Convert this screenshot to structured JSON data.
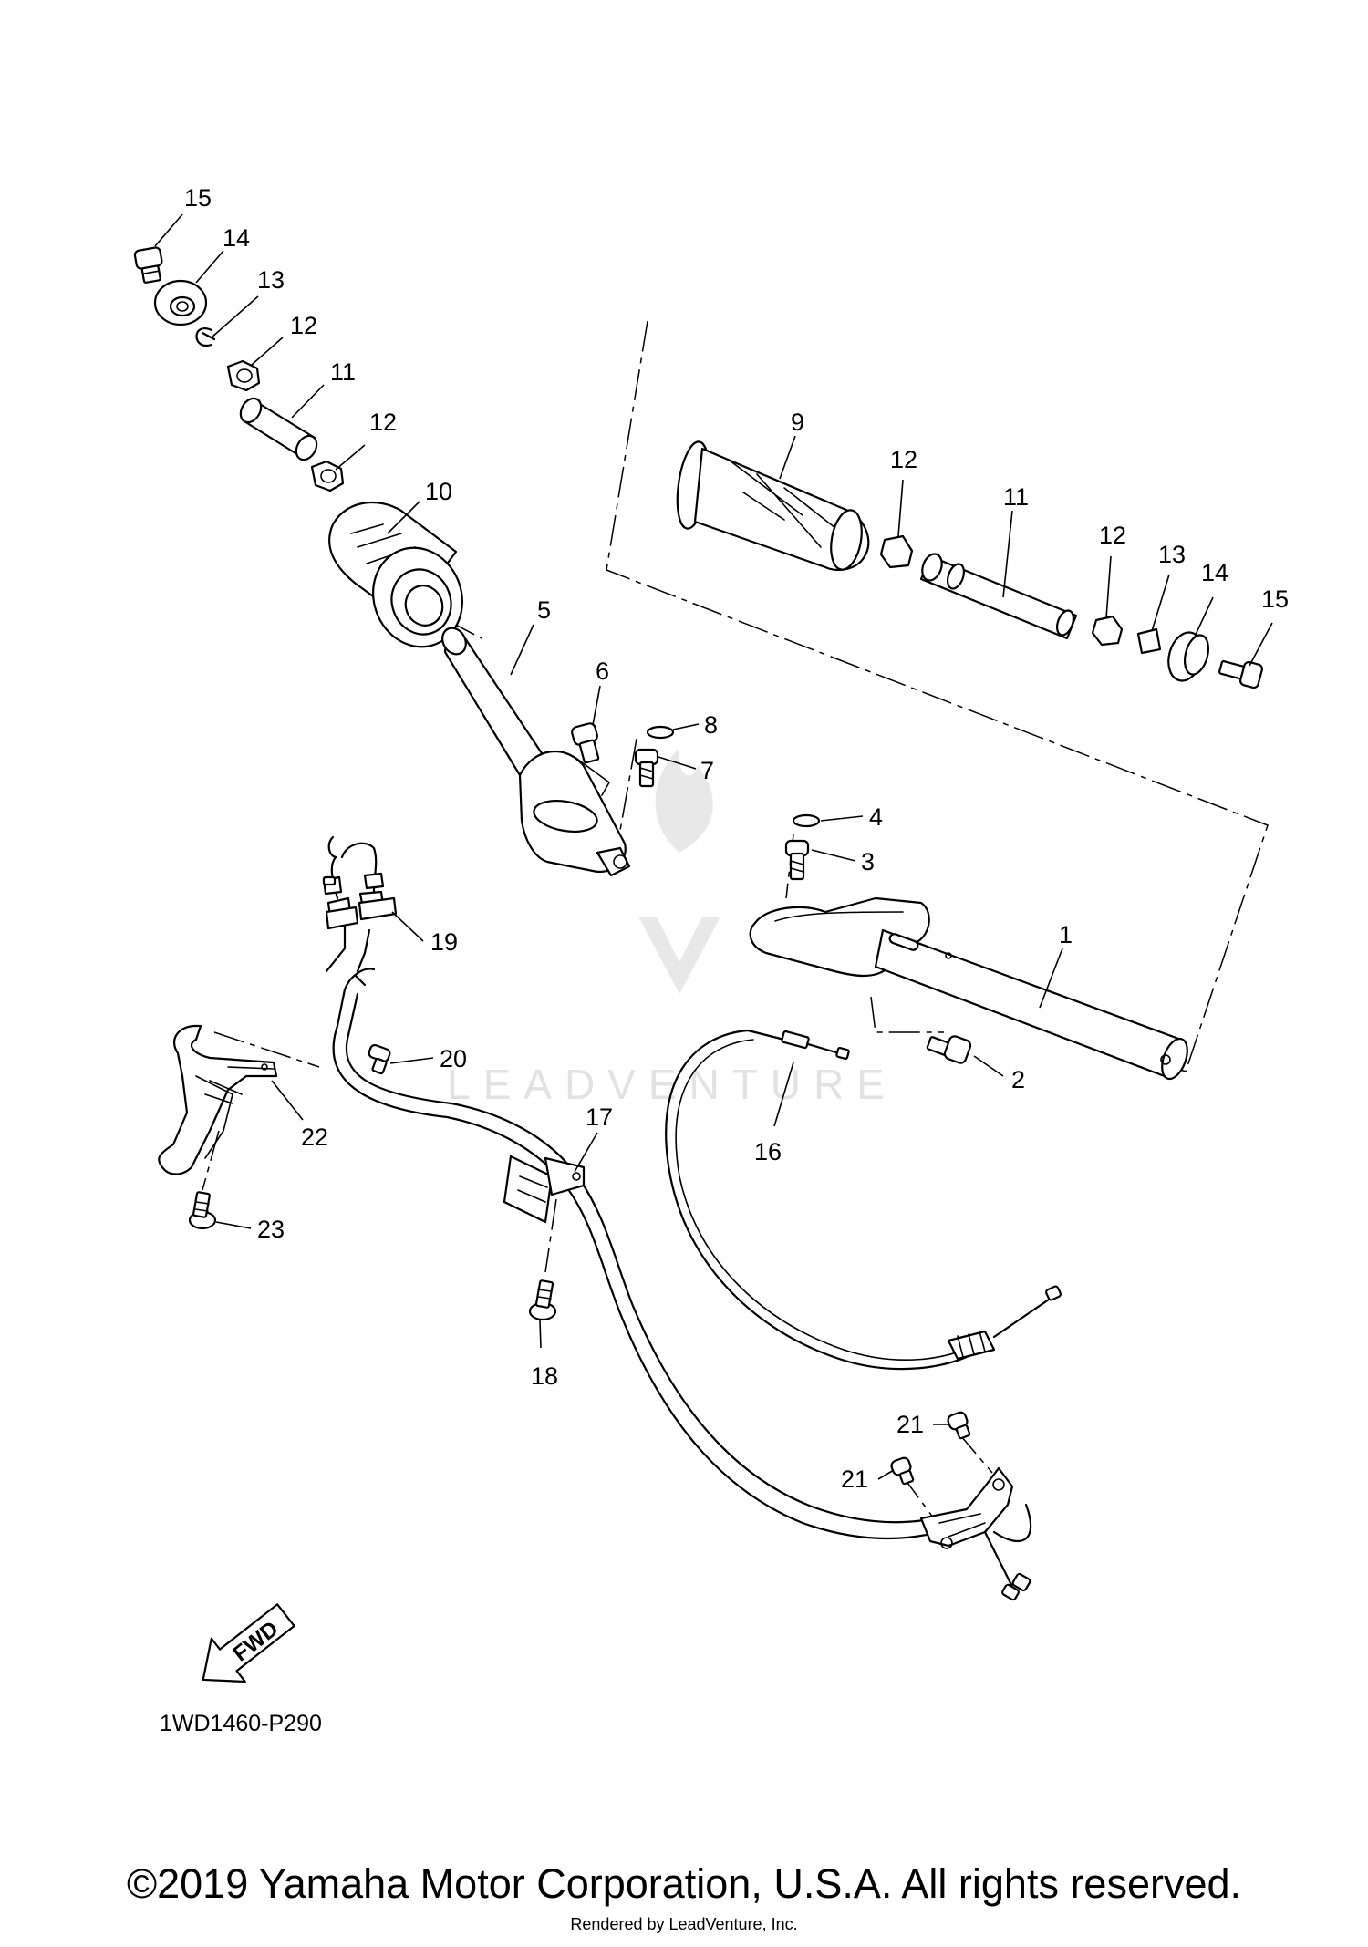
{
  "diagram": {
    "callouts": [
      {
        "id": "c1",
        "text": "1"
      },
      {
        "id": "c2",
        "text": "2"
      },
      {
        "id": "c3",
        "text": "3"
      },
      {
        "id": "c4",
        "text": "4"
      },
      {
        "id": "c5",
        "text": "5"
      },
      {
        "id": "c6",
        "text": "6"
      },
      {
        "id": "c7",
        "text": "7"
      },
      {
        "id": "c8",
        "text": "8"
      },
      {
        "id": "c9",
        "text": "9"
      },
      {
        "id": "c10",
        "text": "10"
      },
      {
        "id": "c11a",
        "text": "11"
      },
      {
        "id": "c11b",
        "text": "11"
      },
      {
        "id": "c12a",
        "text": "12"
      },
      {
        "id": "c12b",
        "text": "12"
      },
      {
        "id": "c12c",
        "text": "12"
      },
      {
        "id": "c12d",
        "text": "12"
      },
      {
        "id": "c13a",
        "text": "13"
      },
      {
        "id": "c13b",
        "text": "13"
      },
      {
        "id": "c14a",
        "text": "14"
      },
      {
        "id": "c14b",
        "text": "14"
      },
      {
        "id": "c15a",
        "text": "15"
      },
      {
        "id": "c15b",
        "text": "15"
      },
      {
        "id": "c16",
        "text": "16"
      },
      {
        "id": "c17",
        "text": "17"
      },
      {
        "id": "c18",
        "text": "18"
      },
      {
        "id": "c19",
        "text": "19"
      },
      {
        "id": "c20",
        "text": "20"
      },
      {
        "id": "c21a",
        "text": "21"
      },
      {
        "id": "c21b",
        "text": "21"
      },
      {
        "id": "c22",
        "text": "22"
      },
      {
        "id": "c23",
        "text": "23"
      }
    ],
    "fwd_label": "FWD",
    "diagram_code": "1WD1460-P290",
    "watermark": "LEADVENTURE"
  },
  "footer": {
    "copyright": "©2019 Yamaha Motor Corporation, U.S.A. All rights reserved.",
    "rendered_by": "Rendered by LeadVenture, Inc."
  }
}
